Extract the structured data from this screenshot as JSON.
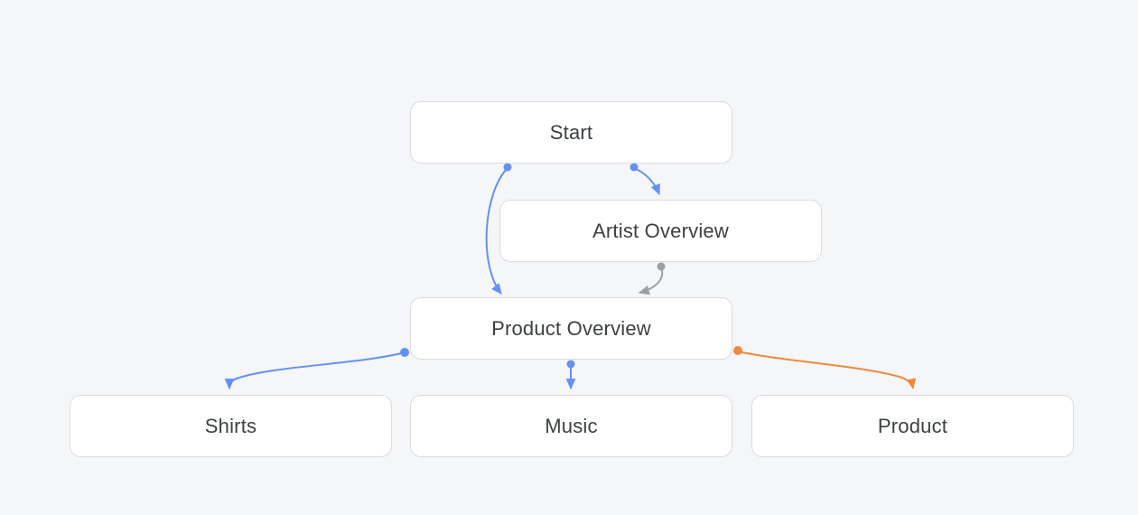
{
  "diagram": {
    "nodes": [
      {
        "id": "start",
        "label": "Start"
      },
      {
        "id": "artist-overview",
        "label": "Artist Overview"
      },
      {
        "id": "product-overview",
        "label": "Product Overview"
      },
      {
        "id": "shirts",
        "label": "Shirts"
      },
      {
        "id": "music",
        "label": "Music"
      },
      {
        "id": "product",
        "label": "Product"
      }
    ],
    "edges": [
      {
        "from": "start",
        "to": "artist-overview",
        "color": "blue"
      },
      {
        "from": "start",
        "to": "product-overview",
        "color": "blue"
      },
      {
        "from": "artist-overview",
        "to": "product-overview",
        "color": "gray"
      },
      {
        "from": "product-overview",
        "to": "shirts",
        "color": "blue"
      },
      {
        "from": "product-overview",
        "to": "music",
        "color": "blue"
      },
      {
        "from": "product-overview",
        "to": "product",
        "color": "orange"
      }
    ]
  },
  "colors": {
    "edge_blue": "#6191F1",
    "edge_gray": "#9AA0A6",
    "edge_orange": "#ED8A3C",
    "node_background": "#FFFFFF",
    "node_border": "#DADCE0",
    "node_text": "#3C4043",
    "canvas_background": "#F5F6F8"
  }
}
